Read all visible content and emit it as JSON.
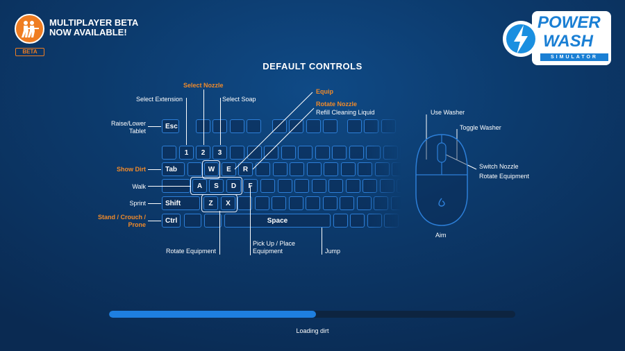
{
  "promo": {
    "title_line1": "MULTIPLAYER BETA",
    "title_line2": "NOW AVAILABLE!",
    "badge": "BETA"
  },
  "logo": {
    "line1": "POWER",
    "line2": "WASH",
    "line3": "SIMULATOR"
  },
  "title": "DEFAULT CONTROLS",
  "keys": {
    "esc": "Esc",
    "k1": "1",
    "k2": "2",
    "k3": "3",
    "tab": "Tab",
    "w": "W",
    "e": "E",
    "r": "R",
    "a": "A",
    "s": "S",
    "d": "D",
    "f": "F",
    "shift": "Shift",
    "z": "Z",
    "x": "X",
    "ctrl": "Ctrl",
    "space": "Space"
  },
  "labels": {
    "select_nozzle": "Select Nozzle",
    "select_extension": "Select Extension",
    "select_soap": "Select Soap",
    "equip": "Equip",
    "rotate_nozzle": "Rotate Nozzle",
    "refill": "Refill Cleaning Liquid",
    "raise_lower_1": "Raise/Lower",
    "raise_lower_2": "Tablet",
    "show_dirt": "Show Dirt",
    "walk": "Walk",
    "sprint": "Sprint",
    "stand_1": "Stand / Crouch /",
    "stand_2": "Prone",
    "rotate_equipment": "Rotate Equipment",
    "pickup_1": "Pick Up / Place",
    "pickup_2": "Equipment",
    "jump": "Jump"
  },
  "mouse": {
    "use_washer": "Use Washer",
    "toggle_washer": "Toggle Washer",
    "switch_nozzle": "Switch Nozzle",
    "rotate_equipment": "Rotate Equipment",
    "aim": "Aim"
  },
  "loading": {
    "progress": 0.51,
    "text": "Loading dirt"
  },
  "colors": {
    "accent": "#ef7d22",
    "key_border": "#2d7fd8",
    "bar_fill": "#1e7fe0"
  }
}
